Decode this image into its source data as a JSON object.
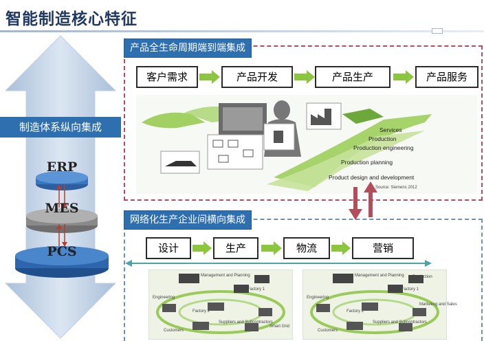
{
  "title": "智能制造核心特征",
  "vertical": {
    "label": "制造体系纵向集成",
    "layers": [
      "ERP",
      "MES",
      "PCS"
    ]
  },
  "lifecycle": {
    "header": "产品全生命周期端到端集成",
    "steps": [
      "客户需求",
      "产品开发",
      "产品生产",
      "产品服务"
    ],
    "stages": [
      "Services",
      "Production",
      "Production engineering",
      "Production planning",
      "Product design and development"
    ],
    "credit": "Source: Siemens 2012"
  },
  "horizontal": {
    "header": "网络化生产企业间横向集成",
    "steps": [
      "设计",
      "生产",
      "物流",
      "营销"
    ],
    "network_labels": [
      "Factory 1",
      "Factory 2",
      "Customers",
      "Suppliers and Subcontractors",
      "Management and Planning",
      "Production",
      "Engineering",
      "Marketing and Sales",
      "Smart Grid"
    ]
  },
  "colors": {
    "title": "#1f3864",
    "header_bg": "#2e6fb0",
    "lifecycle_border": "#b34d5c",
    "network_border": "#6f8fb8",
    "step_arrow": "#8cc63f",
    "link_arrow": "#b34d5c",
    "axis_arrow": "#4aa3a6"
  }
}
